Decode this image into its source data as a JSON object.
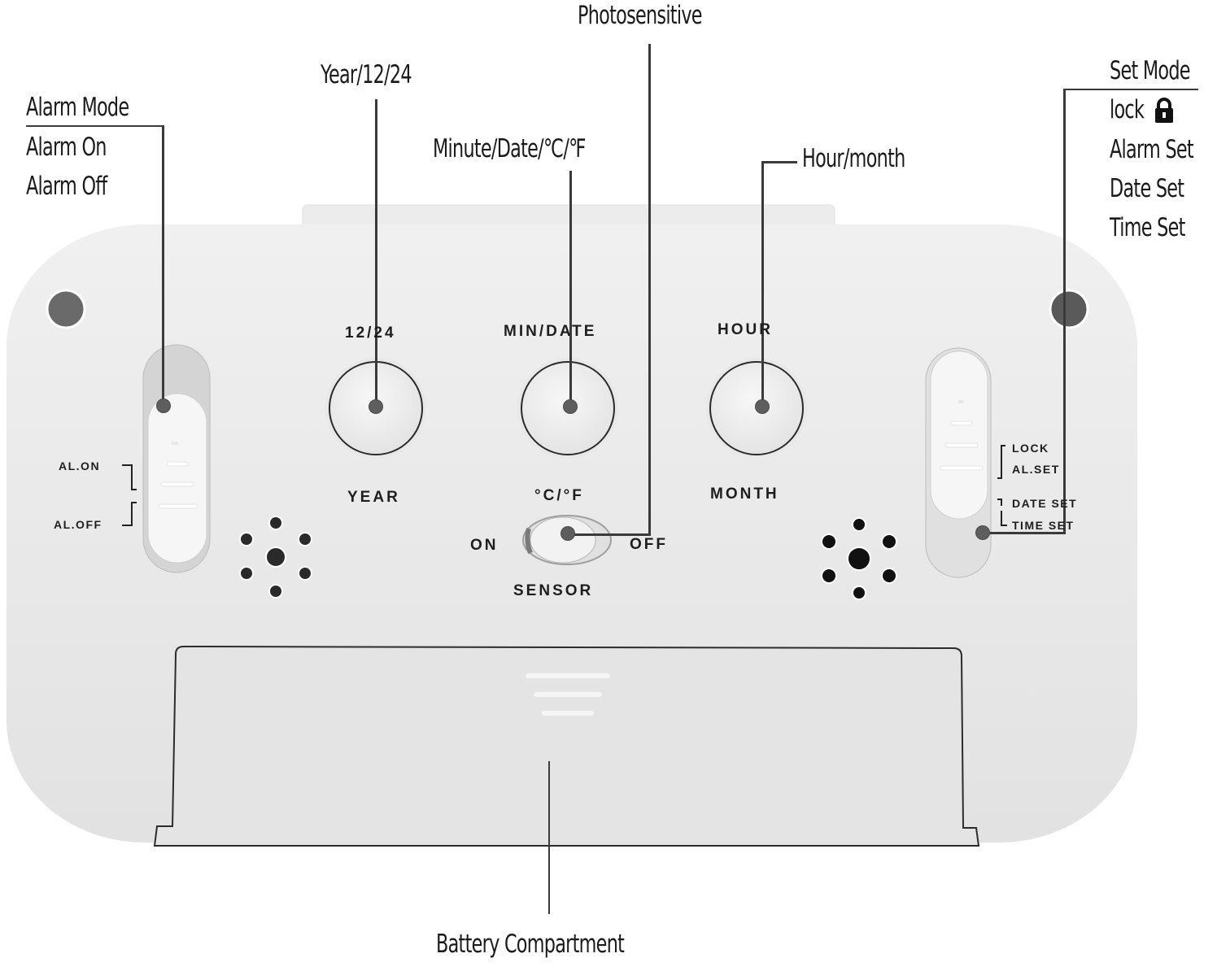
{
  "title": "Digital alarm clock back panel diagram",
  "callouts": {
    "photosensitive": "Photosensitive",
    "year_12_24": "Year/12/24",
    "minute_date_temp": "Minute/Date/℃/℉",
    "hour_month": "Hour/month",
    "alarm_mode": {
      "heading": "Alarm Mode",
      "items": [
        "Alarm On",
        "Alarm Off"
      ]
    },
    "set_mode": {
      "heading": "Set Mode",
      "items": [
        "lock",
        "Alarm Set",
        "Date Set",
        "Time Set"
      ],
      "lock_icon": "padlock-icon"
    },
    "battery": "Battery Compartment"
  },
  "device": {
    "buttons": [
      {
        "top_label": "12/24",
        "bottom_label": "YEAR"
      },
      {
        "top_label": "MIN/DATE",
        "bottom_label": "°C/°F"
      },
      {
        "top_label": "HOUR",
        "bottom_label": "MONTH"
      }
    ],
    "sensor_switch": {
      "left_label": "ON",
      "right_label": "OFF",
      "bottom_label": "SENSOR",
      "state": "ON"
    },
    "alarm_switch": {
      "labels": [
        "AL.ON",
        "AL.OFF"
      ],
      "position": "AL.ON"
    },
    "mode_switch": {
      "labels": [
        "LOCK",
        "AL.SET",
        "DATE SET",
        "TIME SET"
      ],
      "position": "LOCK"
    }
  },
  "colors": {
    "body": "#e6e6e6",
    "ink": "#1e1e1e",
    "leader_line": "#3a3a3a"
  }
}
